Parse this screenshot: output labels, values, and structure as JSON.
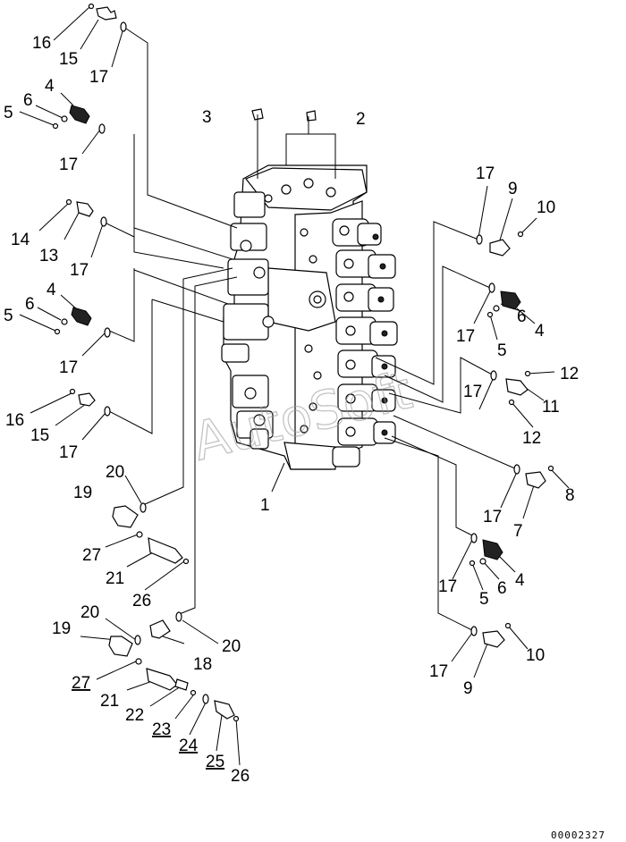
{
  "diagram": {
    "watermark": "AutoSoft",
    "image_code": "00002327",
    "callouts": [
      {
        "id": "c16a",
        "text": "16"
      },
      {
        "id": "c15a",
        "text": "15"
      },
      {
        "id": "c17a",
        "text": "17"
      },
      {
        "id": "c4a",
        "text": "4"
      },
      {
        "id": "c6a",
        "text": "6"
      },
      {
        "id": "c5a",
        "text": "5"
      },
      {
        "id": "c17b",
        "text": "17"
      },
      {
        "id": "c3",
        "text": "3"
      },
      {
        "id": "c2",
        "text": "2"
      },
      {
        "id": "c14",
        "text": "14"
      },
      {
        "id": "c13",
        "text": "13"
      },
      {
        "id": "c17c",
        "text": "17"
      },
      {
        "id": "c4b",
        "text": "4"
      },
      {
        "id": "c6b",
        "text": "6"
      },
      {
        "id": "c5b",
        "text": "5"
      },
      {
        "id": "c17d",
        "text": "17"
      },
      {
        "id": "c16b",
        "text": "16"
      },
      {
        "id": "c15b",
        "text": "15"
      },
      {
        "id": "c17e",
        "text": "17"
      },
      {
        "id": "c20a",
        "text": "20"
      },
      {
        "id": "c19a",
        "text": "19"
      },
      {
        "id": "c27a",
        "text": "27"
      },
      {
        "id": "c21a",
        "text": "21"
      },
      {
        "id": "c26a",
        "text": "26"
      },
      {
        "id": "c20b",
        "text": "20"
      },
      {
        "id": "c19b",
        "text": "19"
      },
      {
        "id": "c18",
        "text": "18"
      },
      {
        "id": "c20c",
        "text": "20"
      },
      {
        "id": "c27b",
        "text": "27"
      },
      {
        "id": "c21b",
        "text": "21"
      },
      {
        "id": "c22",
        "text": "22"
      },
      {
        "id": "c23",
        "text": "23"
      },
      {
        "id": "c24",
        "text": "24"
      },
      {
        "id": "c25",
        "text": "25"
      },
      {
        "id": "c26b",
        "text": "26"
      },
      {
        "id": "c1",
        "text": "1"
      },
      {
        "id": "c17f",
        "text": "17"
      },
      {
        "id": "c9a",
        "text": "9"
      },
      {
        "id": "c10a",
        "text": "10"
      },
      {
        "id": "c17g",
        "text": "17"
      },
      {
        "id": "c6c",
        "text": "6"
      },
      {
        "id": "c5c",
        "text": "5"
      },
      {
        "id": "c4c",
        "text": "4"
      },
      {
        "id": "c12a",
        "text": "12"
      },
      {
        "id": "c11",
        "text": "11"
      },
      {
        "id": "c17h",
        "text": "17"
      },
      {
        "id": "c12b",
        "text": "12"
      },
      {
        "id": "c8",
        "text": "8"
      },
      {
        "id": "c17i",
        "text": "17"
      },
      {
        "id": "c7",
        "text": "7"
      },
      {
        "id": "c4d",
        "text": "4"
      },
      {
        "id": "c6d",
        "text": "6"
      },
      {
        "id": "c5d",
        "text": "5"
      },
      {
        "id": "c17j",
        "text": "17"
      },
      {
        "id": "c10b",
        "text": "10"
      },
      {
        "id": "c17k",
        "text": "17"
      },
      {
        "id": "c9b",
        "text": "9"
      }
    ]
  }
}
